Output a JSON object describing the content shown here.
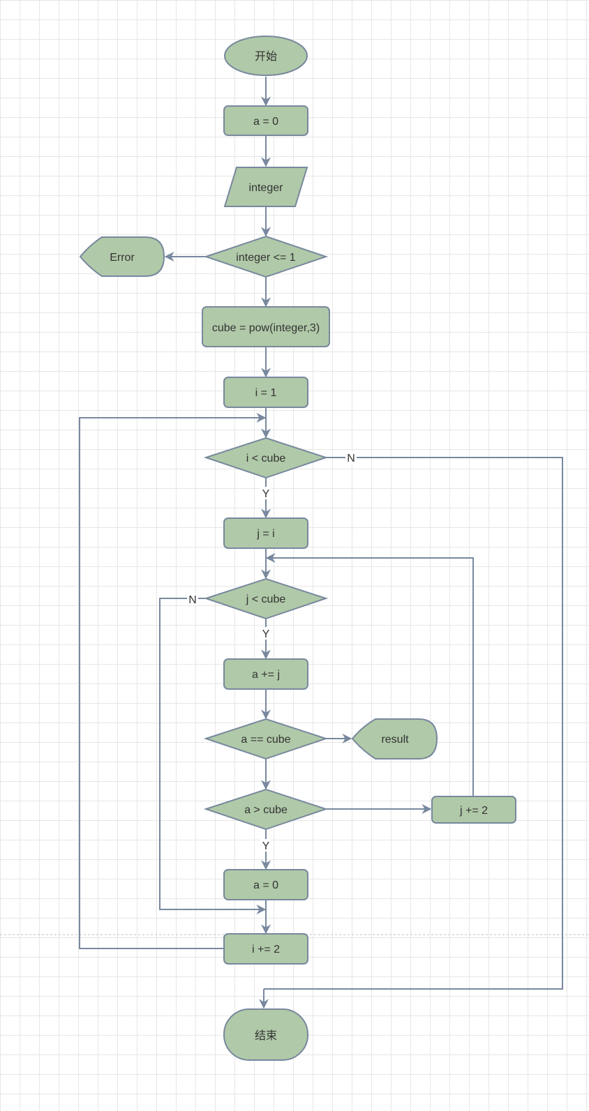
{
  "colors": {
    "node_fill": "#b0c9a8",
    "node_stroke": "#78889e",
    "edge": "#78889e",
    "text": "#333333"
  },
  "nodes": {
    "start": "开始",
    "init_a": "a = 0",
    "input_integer": "integer",
    "check_integer": "integer <= 1",
    "error": "Error",
    "cube_assign": "cube = pow(integer,3)",
    "init_i": "i = 1",
    "check_i": "i < cube",
    "init_j": "j = i",
    "check_j": "j < cube",
    "add_j": "a += j",
    "check_equal": "a == cube",
    "result": "result",
    "check_greater": "a > cube",
    "inc_j": "j += 2",
    "reset_a": "a = 0",
    "inc_i": "i += 2",
    "end": "结束"
  },
  "edge_labels": {
    "i_no": "N",
    "i_yes": "Y",
    "j_no": "N",
    "j_yes": "Y",
    "greater_yes": "Y"
  }
}
